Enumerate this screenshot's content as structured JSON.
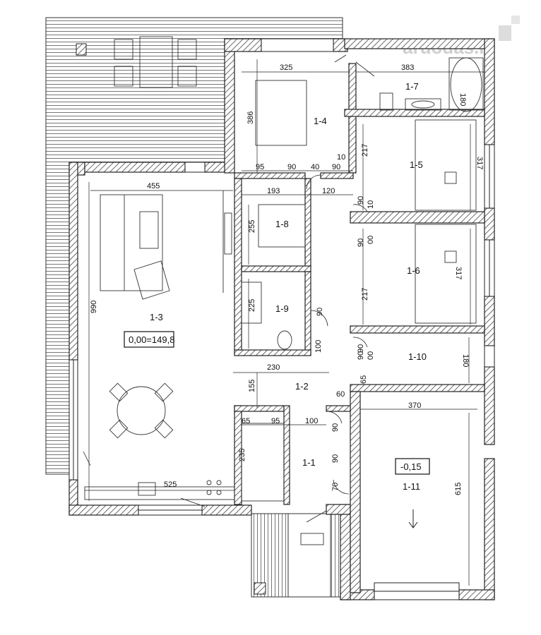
{
  "watermark": "aruodas.lt",
  "rooms": {
    "r1_1": "1-1",
    "r1_2": "1-2",
    "r1_3": "1-3",
    "r1_4": "1-4",
    "r1_5": "1-5",
    "r1_6": "1-6",
    "r1_7": "1-7",
    "r1_8": "1-8",
    "r1_9": "1-9",
    "r1_10": "1-10",
    "r1_11": "1-11"
  },
  "levels": {
    "main": "0,00=149,8",
    "garage": "-0,15"
  },
  "dims": {
    "d325": "325",
    "d383": "383",
    "d180a": "180",
    "d386": "386",
    "d10a": "10",
    "d95a": "95",
    "d90a": "90",
    "d40": "40",
    "d90b": "90",
    "d217a": "217",
    "d317a": "317",
    "d455": "455",
    "d193": "193",
    "d120": "120",
    "d90c": "90",
    "d10b": "10",
    "d255": "255",
    "d90d": "90",
    "d00a": "00",
    "d90e": "90",
    "d00b": "00",
    "d990": "990",
    "d217b": "217",
    "d317b": "317",
    "d225": "225",
    "d90f": "90",
    "d100a": "100",
    "d230": "230",
    "d90g": "90",
    "d180b": "180",
    "d65a": "65",
    "d155": "155",
    "d60": "60",
    "d370": "370",
    "d65b": "65",
    "d95b": "95",
    "d100b": "100",
    "d90h": "90",
    "d235": "235",
    "d90i": "90",
    "d615": "615",
    "d70": "70",
    "d525": "525"
  }
}
